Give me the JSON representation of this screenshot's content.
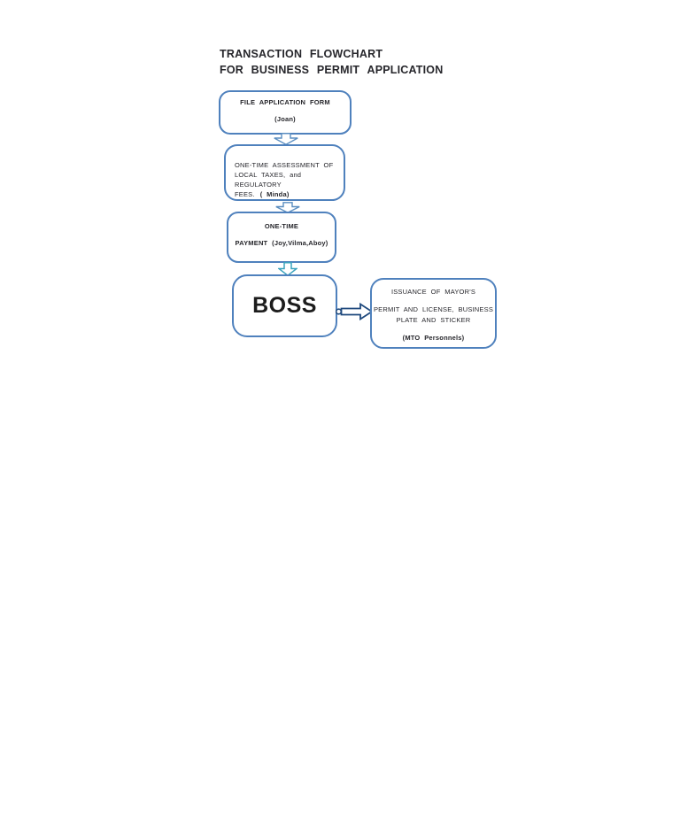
{
  "title": {
    "line1": "TRANSACTION FLOWCHART",
    "line2": "FOR BUSINESS PERMIT APPLICATION"
  },
  "boxes": {
    "file_application": {
      "line1": "FILE APPLICATION FORM",
      "line2": "(Joan)"
    },
    "assessment": {
      "line1": "ONE-TIME ASSESSMENT OF",
      "line2": "LOCAL TAXES, and REGULATORY",
      "line3": "FEES.",
      "line3b": "( Minda)"
    },
    "payment": {
      "line1": "ONE-TIME",
      "line2": "PAYMENT (Joy,Vilma,Aboy)"
    },
    "boss": {
      "label": "BOSS"
    },
    "issuance": {
      "line1": "ISSUANCE OF MAYOR'S",
      "line2": "PERMIT AND LICENSE, BUSINESS",
      "line3": "PLATE AND STICKER",
      "line4": "(MTO Personnels)"
    }
  },
  "colors": {
    "page-bg": "#ffffff",
    "box-border": "#4f81bd",
    "arrow-blue": "#5b8ec0",
    "arrow-teal": "#3ba3bd",
    "arrow-navy": "#1f497d",
    "text-dark": "#26262b"
  }
}
